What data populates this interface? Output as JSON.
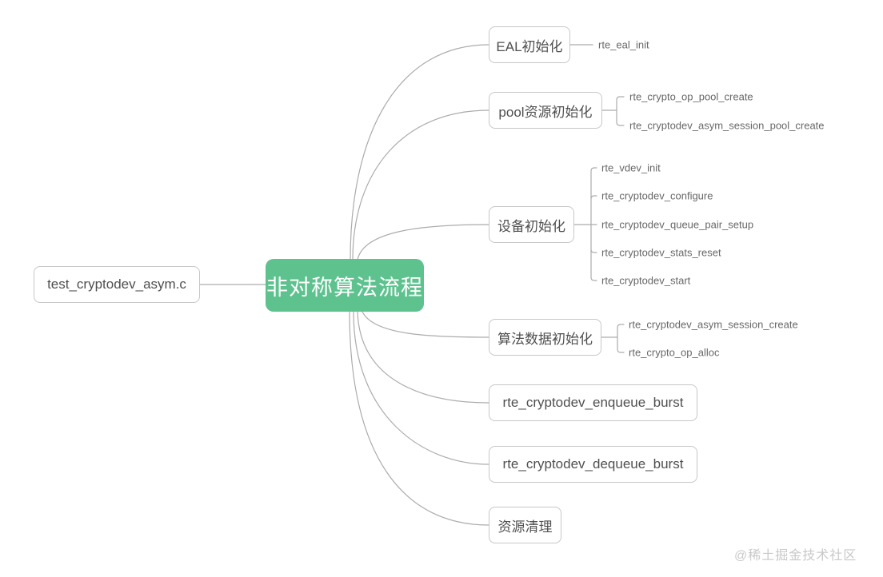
{
  "watermark": "@稀土掘金技术社区",
  "colors": {
    "center_bg": "#5ec28f",
    "center_text": "#ffffff",
    "box_border": "#c7c7c7",
    "box_text": "#4f4f4f",
    "leaf_text": "#686868",
    "line": "#acacac",
    "watermark_text": "#c9c9c9"
  },
  "map": {
    "root": {
      "label": "test_cryptodev_asym.c"
    },
    "center": {
      "label": "非对称算法流程"
    },
    "branches": [
      {
        "label": "EAL初始化",
        "children": [
          "rte_eal_init"
        ]
      },
      {
        "label": "pool资源初始化",
        "children": [
          "rte_crypto_op_pool_create",
          "rte_cryptodev_asym_session_pool_create"
        ]
      },
      {
        "label": "设备初始化",
        "children": [
          "rte_vdev_init",
          "rte_cryptodev_configure",
          "rte_cryptodev_queue_pair_setup",
          "rte_cryptodev_stats_reset",
          "rte_cryptodev_start"
        ]
      },
      {
        "label": "算法数据初始化",
        "children": [
          "rte_cryptodev_asym_session_create",
          "rte_crypto_op_alloc"
        ]
      },
      {
        "label": "rte_cryptodev_enqueue_burst",
        "children": []
      },
      {
        "label": "rte_cryptodev_dequeue_burst",
        "children": []
      },
      {
        "label": "资源清理",
        "children": []
      }
    ]
  }
}
